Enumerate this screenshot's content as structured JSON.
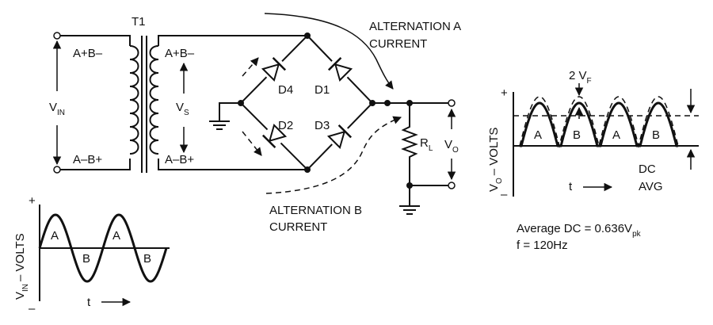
{
  "transformer": {
    "name": "T1",
    "primary_top": "A+B–",
    "primary_bottom": "A–B+",
    "secondary_top": "A+B–",
    "secondary_bottom": "A–B+",
    "vin": "V",
    "vin_sub": "IN",
    "vs": "V",
    "vs_sub": "S"
  },
  "bridge": {
    "d1": "D1",
    "d2": "D2",
    "d3": "D3",
    "d4": "D4"
  },
  "load": {
    "rl": "R",
    "rl_sub": "L",
    "vo": "V",
    "vo_sub": "O"
  },
  "annotations": {
    "alt_a_line1": "ALTERNATION A",
    "alt_a_line2": "CURRENT",
    "alt_b_line1": "ALTERNATION B",
    "alt_b_line2": "CURRENT"
  },
  "input_graph": {
    "ylabel_pre": "V",
    "ylabel_sub": "IN",
    "ylabel_post": "– VOLTS",
    "plus": "+",
    "minus": "–",
    "time": "t",
    "half_labels": [
      "A",
      "B",
      "A",
      "B"
    ]
  },
  "output_graph": {
    "ylabel_pre": "V",
    "ylabel_sub": "O",
    "ylabel_post": "– VOLTS",
    "plus": "+",
    "minus": "–",
    "time": "t",
    "half_labels": [
      "A",
      "B",
      "A",
      "B"
    ],
    "vf_pre": "2 V",
    "vf_sub": "F",
    "dc_line1": "DC",
    "dc_line2": "AVG"
  },
  "formulas": {
    "avg_pre": "Average DC = 0.636V",
    "avg_sub": "pk",
    "freq": "f = 120Hz"
  }
}
